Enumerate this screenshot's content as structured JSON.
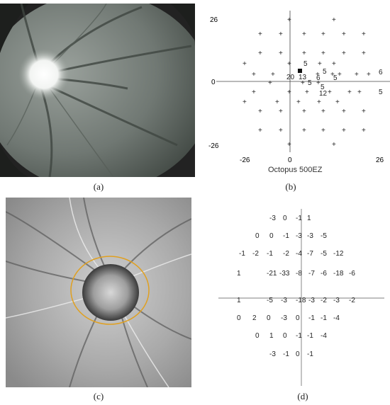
{
  "captions": {
    "a": "(a)",
    "b": "(b)",
    "c": "(c)",
    "d": "(d)"
  },
  "panel_b": {
    "ticks": {
      "y_top": "26",
      "y_mid": "0",
      "y_bot": "-26",
      "x_left": "-26",
      "x_mid": "0",
      "x_right": "26"
    },
    "device_label": "Octopus 500EZ",
    "values": [
      {
        "text": "5"
      },
      {
        "text": "20"
      },
      {
        "text": "13"
      },
      {
        "text": "5"
      },
      {
        "text": "6"
      },
      {
        "text": "5"
      },
      {
        "text": "5"
      },
      {
        "text": "5"
      },
      {
        "text": "12"
      },
      {
        "text": "6"
      },
      {
        "text": "5"
      }
    ]
  },
  "panel_d": {
    "rows": [
      [
        "-3",
        "0",
        "-1",
        "1"
      ],
      [
        "0",
        "0",
        "-1",
        "-3",
        "-3",
        "-5"
      ],
      [
        "-1",
        "-2",
        "-1",
        "-2",
        "-4",
        "-7",
        "-5",
        "-12"
      ],
      [
        "1",
        "-21",
        "-33",
        "-8",
        "-7",
        "-6",
        "-18",
        "-6"
      ],
      [
        "1",
        "-5",
        "-3",
        "-18",
        "-3",
        "-2",
        "-3",
        "-2"
      ],
      [
        "0",
        "2",
        "0",
        "-3",
        "0",
        "-1",
        "-1",
        "-4"
      ],
      [
        "0",
        "1",
        "0",
        "-1",
        "-1",
        "-4"
      ],
      [
        "-3",
        "-1",
        "0",
        "-1"
      ]
    ]
  }
}
